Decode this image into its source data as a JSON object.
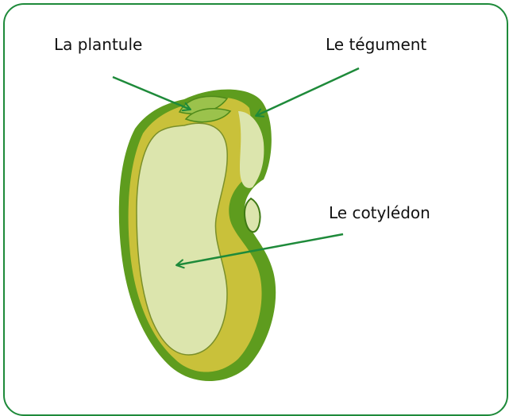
{
  "labels": {
    "plantule": "La plantule",
    "tegument": "Le tégument",
    "cotyledon": "Le cotylédon"
  },
  "colors": {
    "frame_border": "#1e8a3a",
    "seed_coat": "#5e9c1e",
    "cotyledon_outer": "#c9c13a",
    "cotyledon_inner": "#dce5ad",
    "plantule_leaf": "#9bc24c",
    "arrow": "#1e8a3a"
  }
}
